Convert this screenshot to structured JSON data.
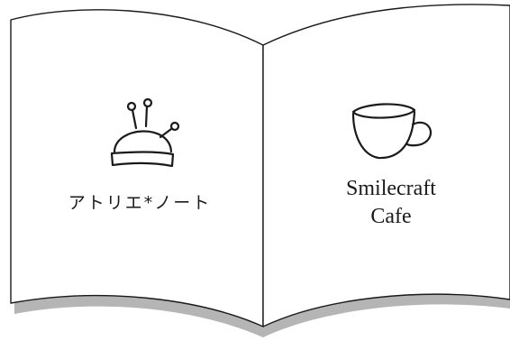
{
  "left_page": {
    "title": "アトリエ*ノート",
    "icon": "pincushion-icon"
  },
  "right_page": {
    "title_line1": "Smilecraft",
    "title_line2": "Cafe",
    "icon": "coffee-cup-icon"
  },
  "colors": {
    "ink": "#1a1a1a",
    "paper": "#ffffff",
    "shadow": "#b5b5b5"
  }
}
